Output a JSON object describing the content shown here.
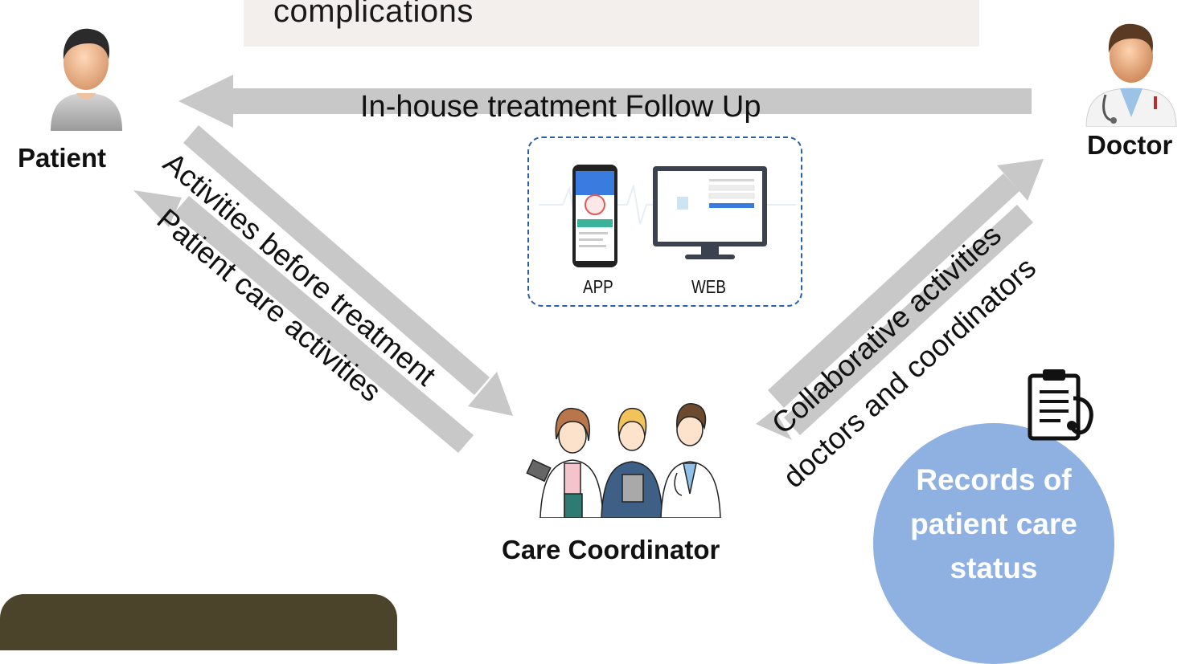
{
  "banner": {
    "text": "complications"
  },
  "nodes": {
    "patient": "Patient",
    "doctor": "Doctor",
    "coordinator": "Care Coordinator"
  },
  "arrows": {
    "follow_up": "In-house treatment Follow Up",
    "activities_before": "Activities before treatment",
    "patient_care": "Patient care activities",
    "collaborative": "Collaborative activities",
    "doctors_coordinators": "doctors and coordinators"
  },
  "devices": {
    "app": "APP",
    "web": "WEB"
  },
  "records": {
    "line1": "Records of",
    "line2": "patient care",
    "line3": "status"
  },
  "colors": {
    "arrow": "#c8c8c8",
    "banner": "#f2efec",
    "records_circle": "#8fb1e2",
    "device_border": "#2b5fa6",
    "bottom_box": "#4b432a"
  },
  "icons": [
    "patient-avatar-icon",
    "doctor-avatar-icon",
    "care-team-icon",
    "clipboard-stethoscope-icon",
    "smartphone-icon",
    "monitor-icon"
  ]
}
